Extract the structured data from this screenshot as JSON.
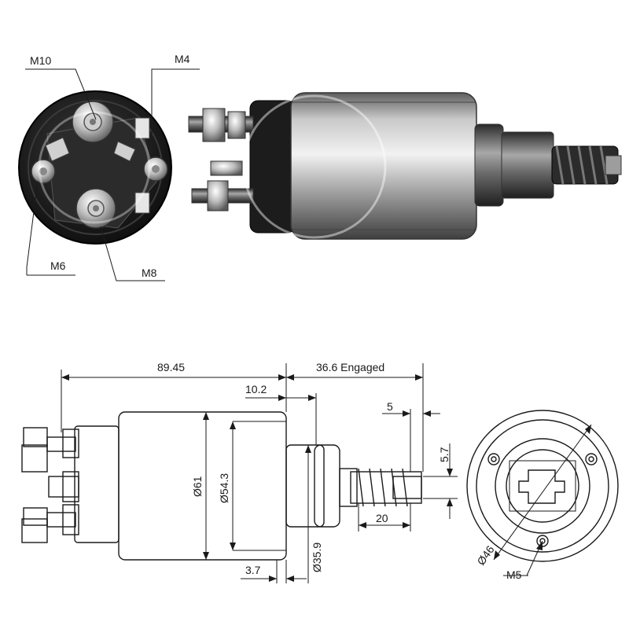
{
  "photo_callouts": {
    "m10": "M10",
    "m4": "M4",
    "m6": "M6",
    "m8": "M8"
  },
  "dimensions": {
    "overall_length": "89.45",
    "engaged_travel": "36.6 Engaged",
    "flange_offset": "10.2",
    "plunger_tip": "5",
    "plunger_height": "5.7",
    "body_diameter": "Ø61",
    "inner_diameter": "Ø54.3",
    "nose_diameter": "Ø35.9",
    "spring_length": "20",
    "flange_thickness": "3.7",
    "bolt_circle": "Ø46",
    "mount_thread": "M5"
  },
  "colors": {
    "line": "#1a1a1a",
    "photo_body": "#8e8e8e",
    "photo_dark": "#1c1c1c"
  }
}
